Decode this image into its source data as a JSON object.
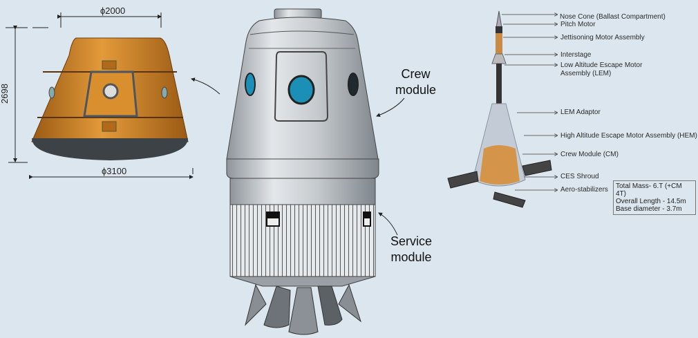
{
  "capsule_dimensions": {
    "top_diameter": "ϕ2000",
    "base_diameter": "ϕ3100",
    "height": "2698"
  },
  "main_labels": {
    "crew_module": [
      "Crew",
      "module"
    ],
    "service_module": [
      "Service",
      "module"
    ]
  },
  "ces_labels": [
    "Nose Cone (Ballast Compartment)",
    "Pitch Motor",
    "Jettisoning Motor Assembly",
    "Interstage",
    "Low Altitude Escape Motor",
    "Assembly (LEM)",
    "LEM Adaptor",
    "High Altitude Escape Motor Assembly (HEM)",
    "Crew Module (CM)",
    "CES Shroud",
    "Aero-stabilizers"
  ],
  "specs": [
    "Total Mass- 6.T (+CM 4T)",
    "Overall Length - 14.5m",
    "Base diameter - 3.7m"
  ],
  "colors": {
    "background": "#dbe6ee",
    "capsule": "#c9801f",
    "metal": "#b9bec3"
  }
}
